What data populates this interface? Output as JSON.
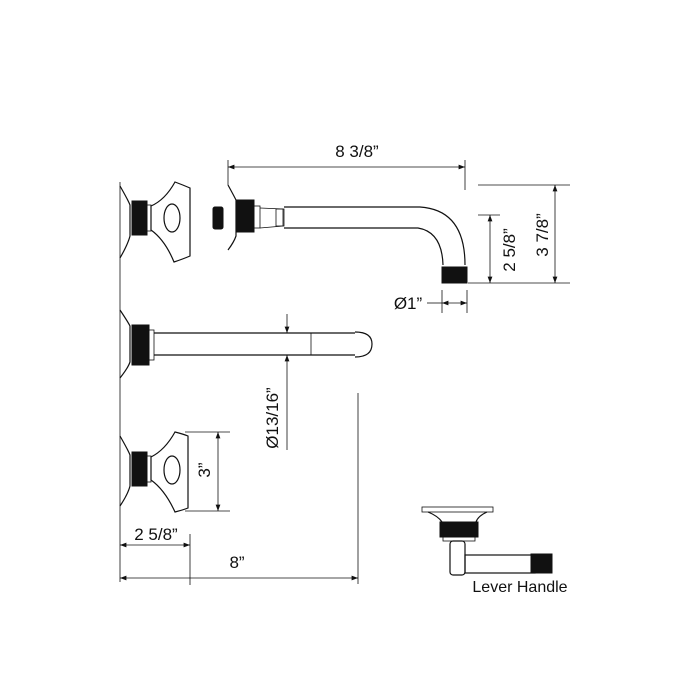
{
  "drawing": {
    "dimensions": {
      "spout_length": "8 3/8”",
      "spout_drop": "2 5/8”",
      "spout_height": "3 7/8”",
      "outlet_diameter": "Ø1”",
      "tube_diameter": "Ø13/16”",
      "handle_height": "3”",
      "handle_offset": "2 5/8”",
      "overall_width": "8”"
    },
    "lever_label": "Lever Handle",
    "colors": {
      "line": "#111111",
      "background": "#ffffff"
    }
  }
}
